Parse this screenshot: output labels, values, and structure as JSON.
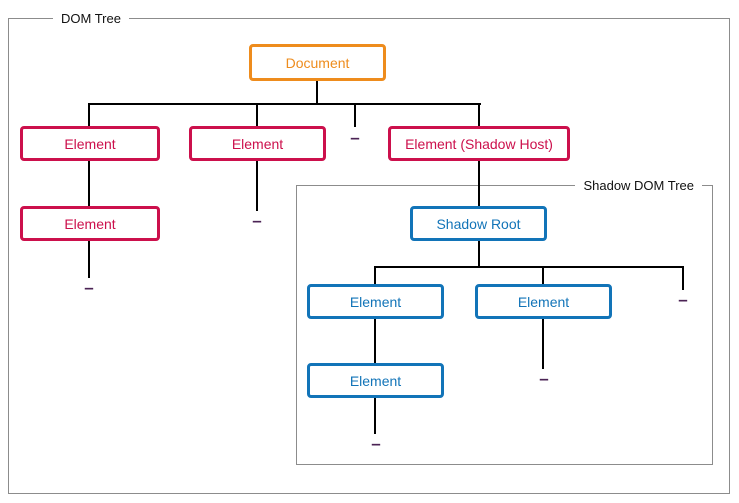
{
  "frames": {
    "dom_tree": "DOM Tree",
    "shadow_dom_tree": "Shadow DOM Tree"
  },
  "colors": {
    "document_accent": "#EE8C1D",
    "element_accent": "#CC104C",
    "shadow_accent": "#1274B8",
    "truncation_dash": "#4B2354",
    "connector_line": "#000000",
    "frame_border": "#8C8C8C"
  },
  "structure": {
    "label": "Document",
    "children": [
      {
        "label": "Element",
        "children": [
          {
            "label": "Element",
            "children": [
              {
                "label": "–"
              }
            ]
          }
        ]
      },
      {
        "label": "Element",
        "children": [
          {
            "label": "–"
          }
        ]
      },
      {
        "label": "–"
      },
      {
        "label": "Element (Shadow Host)",
        "children": [
          {
            "label": "Shadow Root",
            "children": [
              {
                "label": "Element",
                "children": [
                  {
                    "label": "Element",
                    "children": [
                      {
                        "label": "–"
                      }
                    ]
                  }
                ]
              },
              {
                "label": "Element",
                "children": [
                  {
                    "label": "–"
                  }
                ]
              },
              {
                "label": "–"
              }
            ]
          }
        ]
      }
    ]
  }
}
